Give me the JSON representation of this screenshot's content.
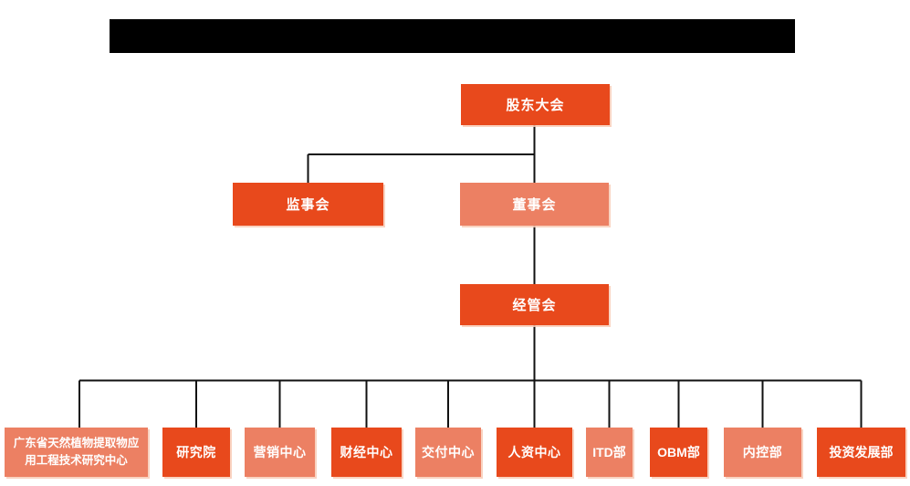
{
  "colors": {
    "primary": "#E8491C",
    "secondary": "#EC8063",
    "connector": "#111111",
    "redacted_bar": "#000000"
  },
  "org": {
    "shareholders": {
      "label": "股东大会",
      "variant": "primary"
    },
    "supervisory": {
      "label": "监事会",
      "variant": "primary"
    },
    "board": {
      "label": "董事会",
      "variant": "secondary"
    },
    "management": {
      "label": "经管会",
      "variant": "primary"
    },
    "departments": [
      {
        "label": "广东省天然植物提取物应\n用工程技术研究中心",
        "variant": "secondary"
      },
      {
        "label": "研究院",
        "variant": "primary"
      },
      {
        "label": "营销中心",
        "variant": "secondary"
      },
      {
        "label": "财经中心",
        "variant": "primary"
      },
      {
        "label": "交付中心",
        "variant": "secondary"
      },
      {
        "label": "人资中心",
        "variant": "primary"
      },
      {
        "label": "ITD部",
        "variant": "secondary"
      },
      {
        "label": "OBM部",
        "variant": "primary"
      },
      {
        "label": "内控部",
        "variant": "secondary"
      },
      {
        "label": "投资发展部",
        "variant": "primary"
      }
    ]
  }
}
